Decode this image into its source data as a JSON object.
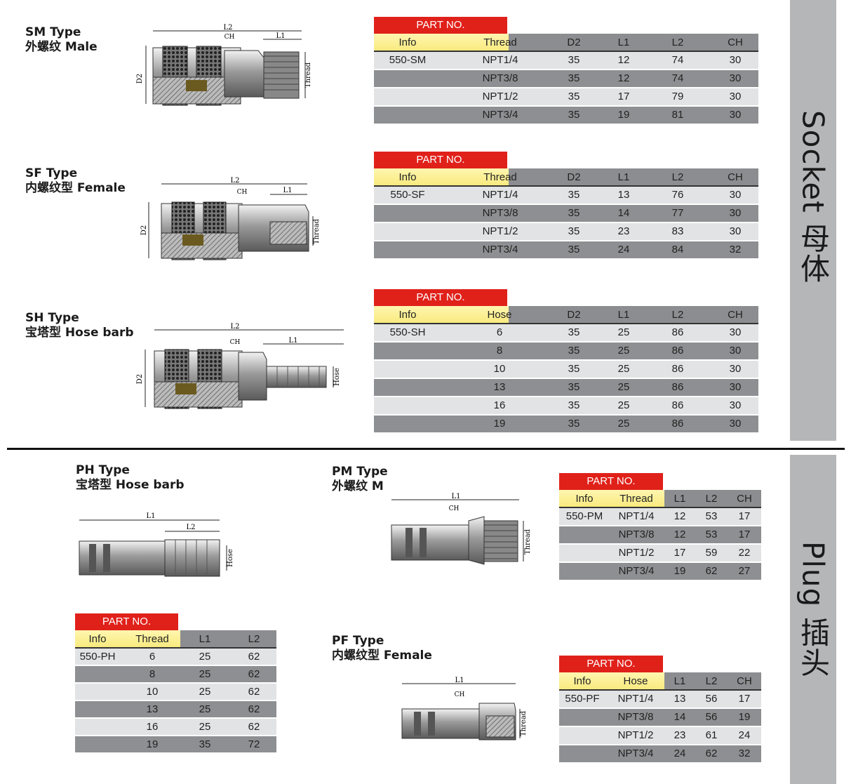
{
  "sidebar": {
    "socket_label": "Socket 母体",
    "plug_label": "Plug 插头"
  },
  "sm": {
    "title": "SM Type",
    "subtitle": "外螺纹 Male"
  },
  "sf": {
    "title": "SF Type",
    "subtitle": "内螺纹型 Female"
  },
  "sh": {
    "title": "SH Type",
    "subtitle": "宝塔型 Hose barb"
  },
  "ph": {
    "title": "PH Type",
    "subtitle": "宝塔型 Hose barb"
  },
  "pm": {
    "title": "PM Type",
    "subtitle": "外螺纹 M"
  },
  "pf": {
    "title": "PF Type",
    "subtitle": "内螺纹型 Female"
  },
  "dims": {
    "l1": "L1",
    "l2": "L2",
    "ch": "CH",
    "d2": "D2",
    "thread": "Thread",
    "hose": "Hose"
  },
  "tables": {
    "sm": {
      "partno": "PART NO.",
      "headers": [
        "Info",
        "Thread",
        "D2",
        "L1",
        "L2",
        "CH"
      ],
      "rows": [
        [
          "550-SM",
          "NPT1/4",
          "35",
          "12",
          "74",
          "30"
        ],
        [
          "",
          "NPT3/8",
          "35",
          "12",
          "74",
          "30"
        ],
        [
          "",
          "NPT1/2",
          "35",
          "17",
          "79",
          "30"
        ],
        [
          "",
          "NPT3/4",
          "35",
          "19",
          "81",
          "30"
        ]
      ]
    },
    "sf": {
      "partno": "PART NO.",
      "headers": [
        "Info",
        "Thread",
        "D2",
        "L1",
        "L2",
        "CH"
      ],
      "rows": [
        [
          "550-SF",
          "NPT1/4",
          "35",
          "13",
          "76",
          "30"
        ],
        [
          "",
          "NPT3/8",
          "35",
          "14",
          "77",
          "30"
        ],
        [
          "",
          "NPT1/2",
          "35",
          "23",
          "83",
          "30"
        ],
        [
          "",
          "NPT3/4",
          "35",
          "24",
          "84",
          "32"
        ]
      ]
    },
    "sh": {
      "partno": "PART NO.",
      "headers": [
        "Info",
        "Hose",
        "D2",
        "L1",
        "L2",
        "CH"
      ],
      "rows": [
        [
          "550-SH",
          "6",
          "35",
          "25",
          "86",
          "30"
        ],
        [
          "",
          "8",
          "35",
          "25",
          "86",
          "30"
        ],
        [
          "",
          "10",
          "35",
          "25",
          "86",
          "30"
        ],
        [
          "",
          "13",
          "35",
          "25",
          "86",
          "30"
        ],
        [
          "",
          "16",
          "35",
          "25",
          "86",
          "30"
        ],
        [
          "",
          "19",
          "35",
          "25",
          "86",
          "30"
        ]
      ]
    },
    "ph": {
      "partno": "PART NO.",
      "headers": [
        "Info",
        "Thread",
        "L1",
        "L2"
      ],
      "rows": [
        [
          "550-PH",
          "6",
          "25",
          "62"
        ],
        [
          "",
          "8",
          "25",
          "62"
        ],
        [
          "",
          "10",
          "25",
          "62"
        ],
        [
          "",
          "13",
          "25",
          "62"
        ],
        [
          "",
          "16",
          "25",
          "62"
        ],
        [
          "",
          "19",
          "35",
          "72"
        ]
      ]
    },
    "pm": {
      "partno": "PART NO.",
      "headers": [
        "Info",
        "Thread",
        "L1",
        "L2",
        "CH"
      ],
      "rows": [
        [
          "550-PM",
          "NPT1/4",
          "12",
          "53",
          "17"
        ],
        [
          "",
          "NPT3/8",
          "12",
          "53",
          "17"
        ],
        [
          "",
          "NPT1/2",
          "17",
          "59",
          "22"
        ],
        [
          "",
          "NPT3/4",
          "19",
          "62",
          "27"
        ]
      ]
    },
    "pf": {
      "partno": "PART NO.",
      "headers": [
        "Info",
        "Hose",
        "L1",
        "L2",
        "CH"
      ],
      "rows": [
        [
          "550-PF",
          "NPT1/4",
          "13",
          "56",
          "17"
        ],
        [
          "",
          "NPT3/8",
          "14",
          "56",
          "19"
        ],
        [
          "",
          "NPT1/2",
          "23",
          "61",
          "24"
        ],
        [
          "",
          "NPT3/4",
          "24",
          "62",
          "32"
        ]
      ]
    }
  }
}
